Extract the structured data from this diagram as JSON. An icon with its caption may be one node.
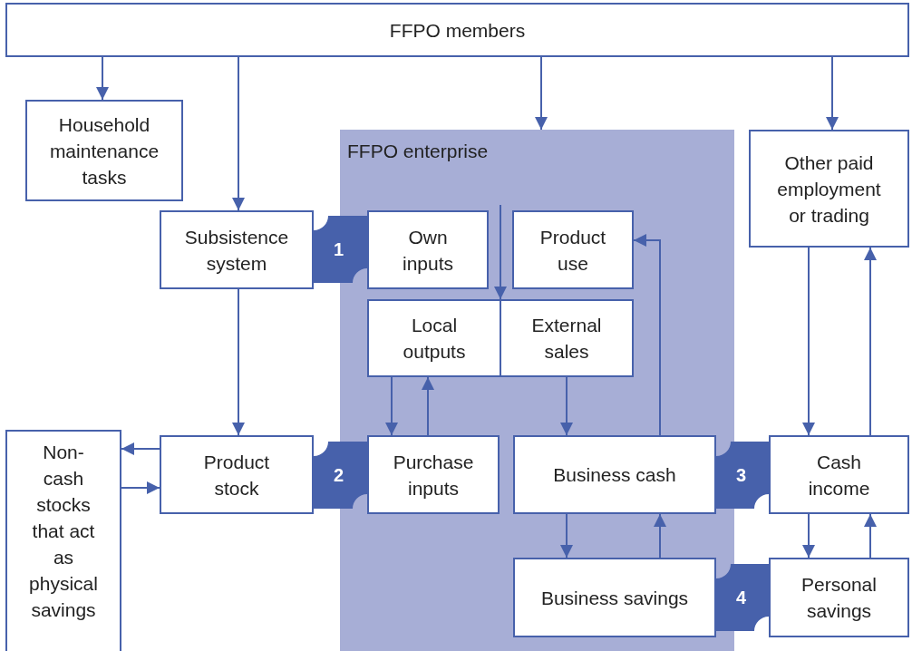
{
  "diagram": {
    "nodes": [
      {
        "text": [
          "FFPO members"
        ]
      },
      {
        "text": [
          "Household maintenance tasks"
        ]
      },
      {
        "text": [
          "FFPO enterprise"
        ]
      },
      {
        "text": [
          "Other paid employment or trading"
        ]
      },
      {
        "text": [
          "Subsistence system"
        ]
      },
      {
        "text": [
          "Own inputs"
        ],
        "in": 2
      },
      {
        "text": [
          "Product use"
        ],
        "in": 2
      },
      {
        "text": [
          "Local outputs"
        ],
        "in": 2
      },
      {
        "text": [
          "External sales"
        ],
        "in": 2
      },
      {
        "text": [
          "Non-cash stocks that act as physical savings"
        ]
      },
      {
        "text": [
          "Product stock"
        ]
      },
      {
        "text": [
          "Purchase inputs"
        ],
        "in": 2
      },
      {
        "text": [
          "Business cash"
        ],
        "in": 2
      },
      {
        "text": [
          "Cash income"
        ]
      },
      {
        "text": [
          "Business savings"
        ],
        "in": 2
      },
      {
        "text": [
          "Personal savings"
        ]
      },
      {
        "text": [
          "1"
        ]
      },
      {
        "text": [
          "2"
        ]
      },
      {
        "text": [
          "3"
        ]
      },
      {
        "text": [
          "4"
        ]
      }
    ],
    "edges": [
      {
        "from": 0,
        "to": 1,
        "arrow": "to"
      },
      {
        "from": 0,
        "to": 4,
        "arrow": "to"
      },
      {
        "from": 0,
        "to": 2,
        "arrow": "to"
      },
      {
        "from": 0,
        "to": 3,
        "arrow": "to"
      },
      {
        "from": null,
        "to": 7,
        "arrow": "to"
      },
      {
        "from": 4,
        "to": 10,
        "arrow": "to"
      },
      {
        "from": 10,
        "to": 9,
        "arrow": "to"
      },
      {
        "from": 9,
        "to": 10,
        "arrow": "to"
      },
      {
        "from": 7,
        "to": 11,
        "arrow": "to"
      },
      {
        "from": 11,
        "to": 7,
        "arrow": "to"
      },
      {
        "from": 8,
        "to": 12,
        "arrow": "to"
      },
      {
        "from": 12,
        "to": 6,
        "arrow": "to"
      },
      {
        "from": 12,
        "to": 14,
        "arrow": "to"
      },
      {
        "from": 14,
        "to": 12,
        "arrow": "to"
      },
      {
        "from": 3,
        "to": 13,
        "arrow": "to"
      },
      {
        "from": 13,
        "to": 3,
        "arrow": "to"
      },
      {
        "from": 13,
        "to": 15,
        "arrow": "to"
      },
      {
        "from": 15,
        "to": 13,
        "arrow": "to"
      }
    ]
  }
}
